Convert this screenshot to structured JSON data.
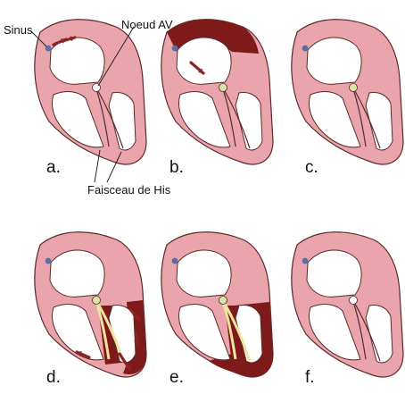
{
  "labels": {
    "sinus": "Sinus",
    "noeud_av": "Noeud AV",
    "faisceau": "Faisceau de His"
  },
  "panels": [
    {
      "label": "a.",
      "state": "sinus"
    },
    {
      "label": "b.",
      "state": "atria"
    },
    {
      "label": "c.",
      "state": "av-delay"
    },
    {
      "label": "d.",
      "state": "his-spread"
    },
    {
      "label": "e.",
      "state": "ventricles"
    },
    {
      "label": "f.",
      "state": "rest"
    }
  ],
  "colors": {
    "wall": "#e9a4ac",
    "wall_edge": "#5a2a2a",
    "interior": "#ffffff",
    "excited": "#7e1a1a",
    "arrow": "#8c2424",
    "node": "#d9e6a8",
    "sinus_node": "#5c6fa3",
    "conduction": "#efe3a0"
  }
}
